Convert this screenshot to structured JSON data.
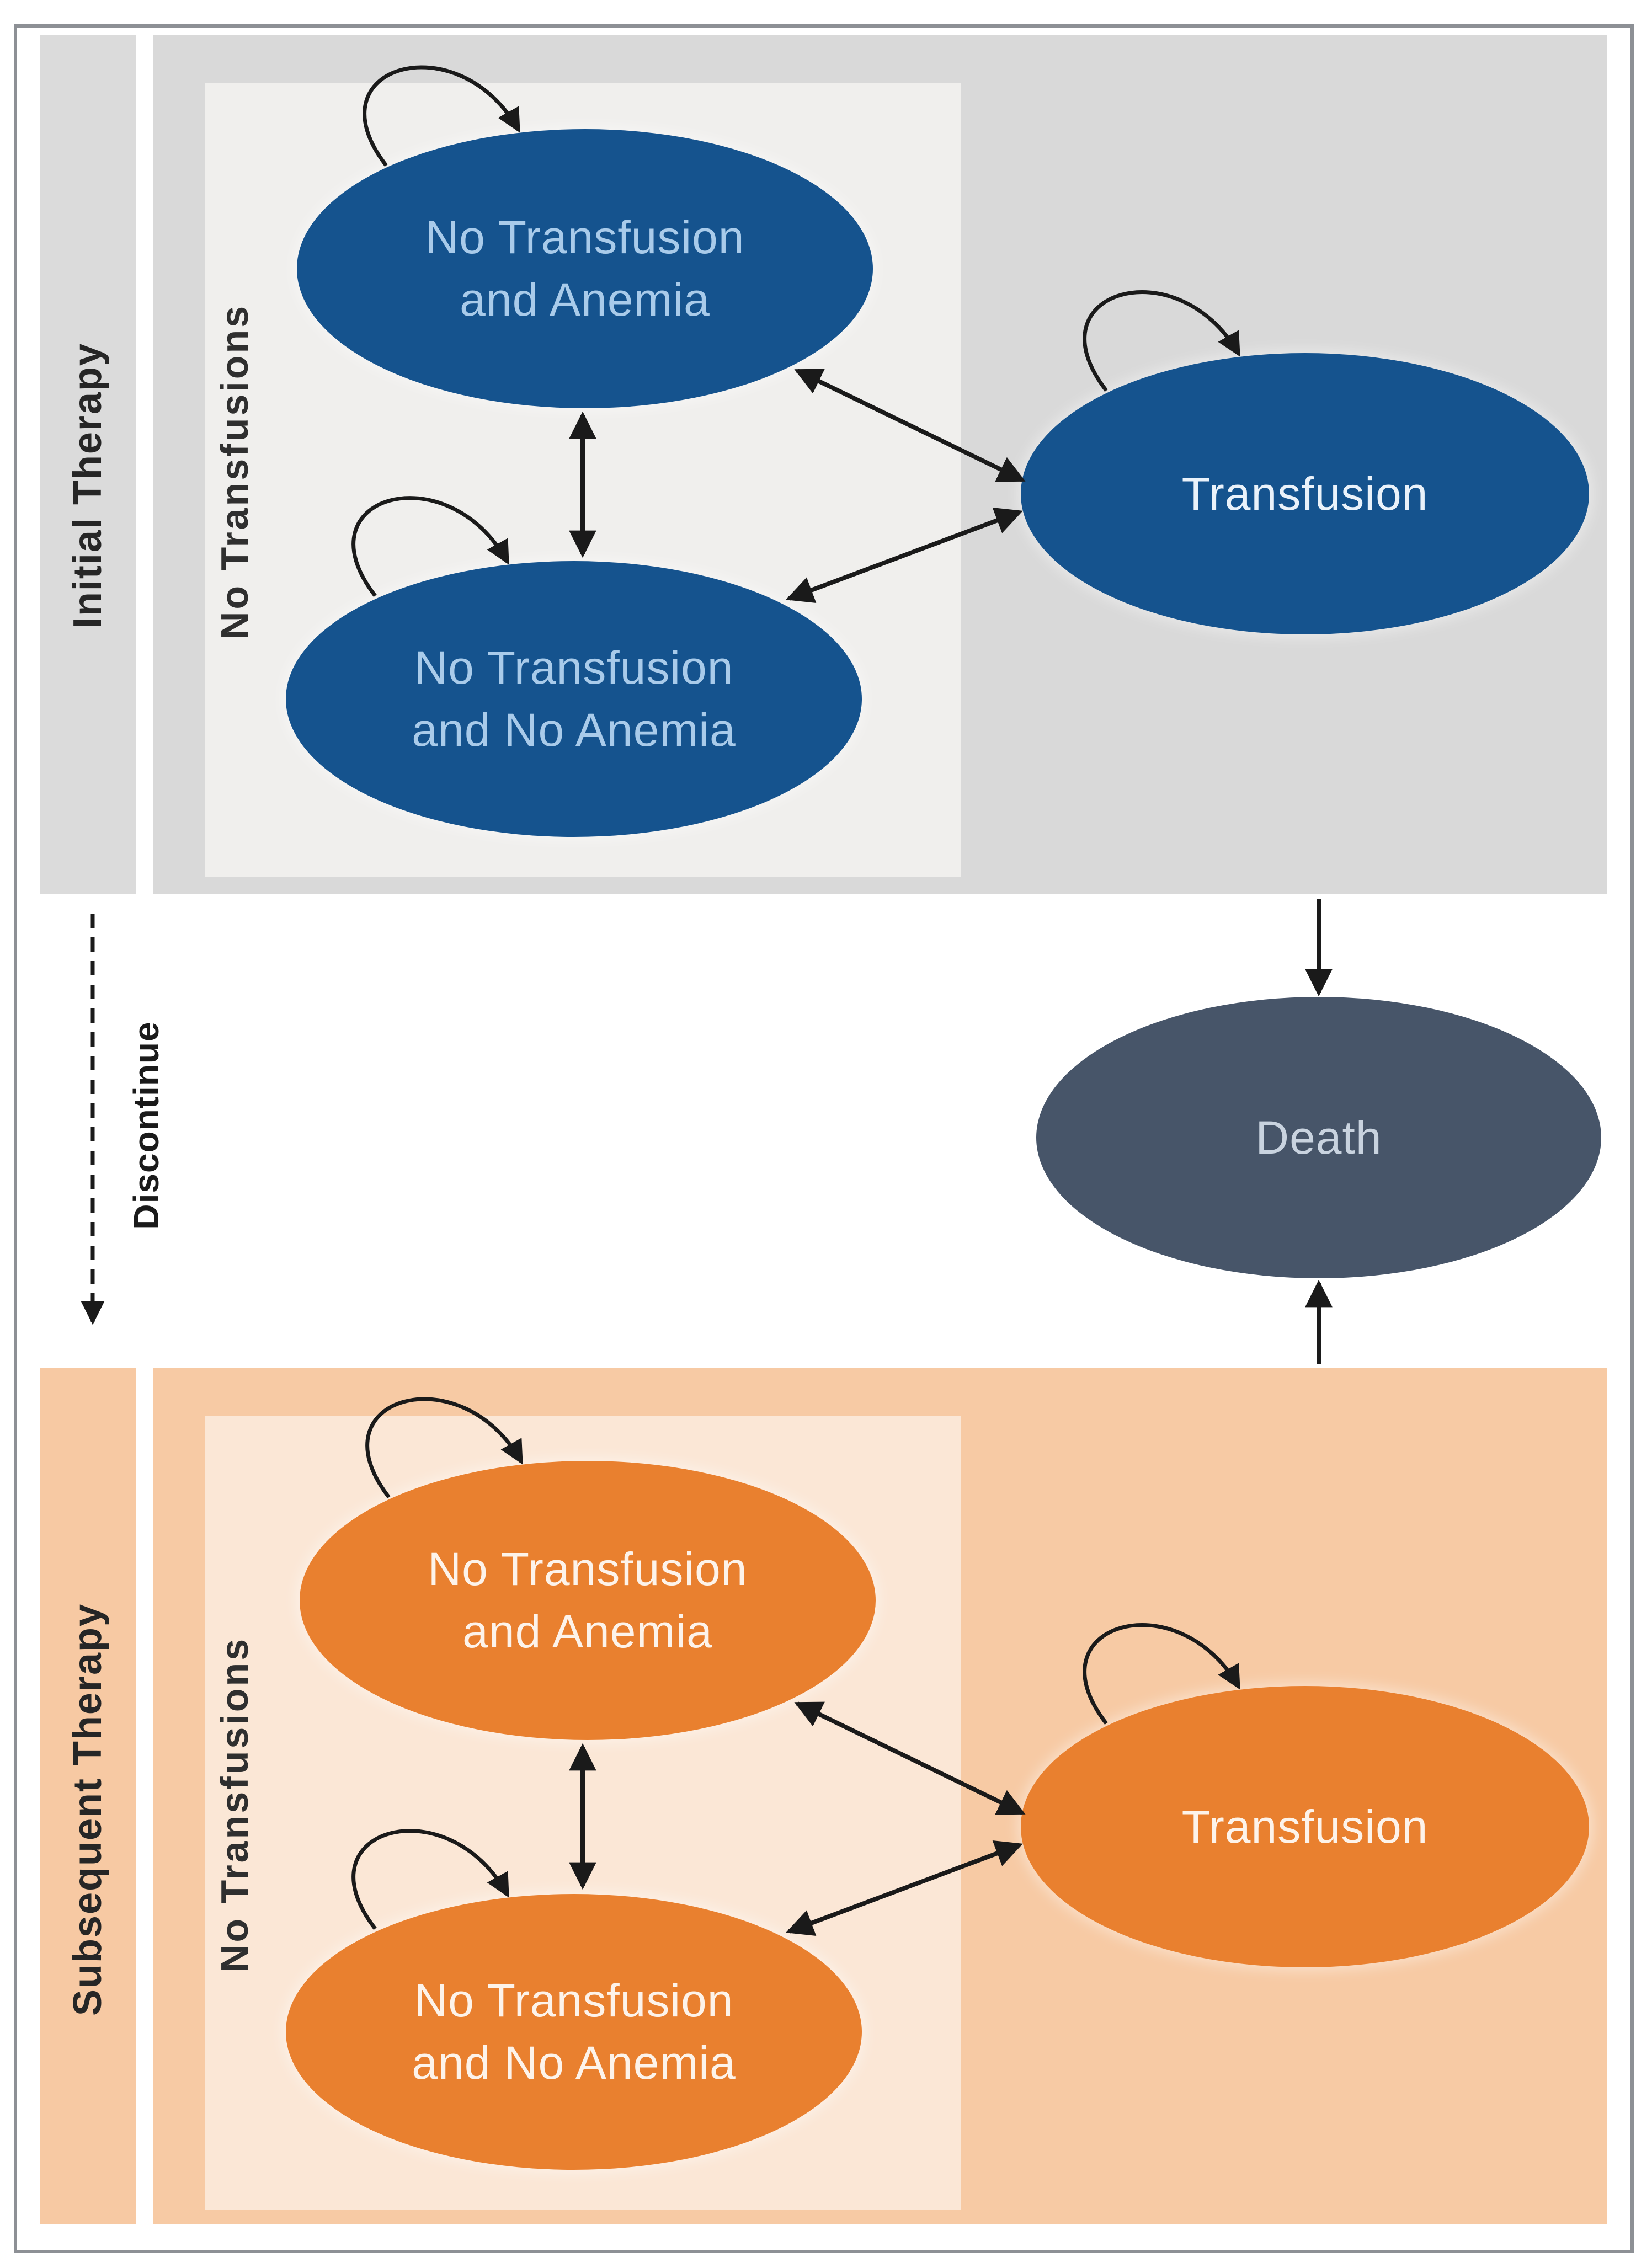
{
  "colors": {
    "state_blue": "#15538E",
    "state_blue_text": "#A9CBEA",
    "state_slate": "#475569",
    "state_orange": "#E9802F",
    "state_orange_text": "#FDF3EA",
    "panel_gray": "#D9D9D9",
    "inner_box_gray": "#F0EFED",
    "panel_orange": "#F7CAA4",
    "inner_box_orange": "#FBE7D6",
    "frame_border": "#8D9095",
    "arrow": "#1A1A1A"
  },
  "initial_therapy": {
    "sidebar_label": "Initial Therapy",
    "group_label": "No Transfusions",
    "state_anemia_line1": "No Transfusion",
    "state_anemia_line2": "and Anemia",
    "state_no_anemia_line1": "No Transfusion",
    "state_no_anemia_line2": "and No Anemia",
    "state_transfusion": "Transfusion"
  },
  "transition": {
    "discontinue_label": "Discontinue"
  },
  "absorbing": {
    "death_label": "Death"
  },
  "subsequent_therapy": {
    "sidebar_label": "Subsequent Therapy",
    "group_label": "No Transfusions",
    "state_anemia_line1": "No Transfusion",
    "state_anemia_line2": "and Anemia",
    "state_no_anemia_line1": "No Transfusion",
    "state_no_anemia_line2": "and No Anemia",
    "state_transfusion": "Transfusion"
  }
}
